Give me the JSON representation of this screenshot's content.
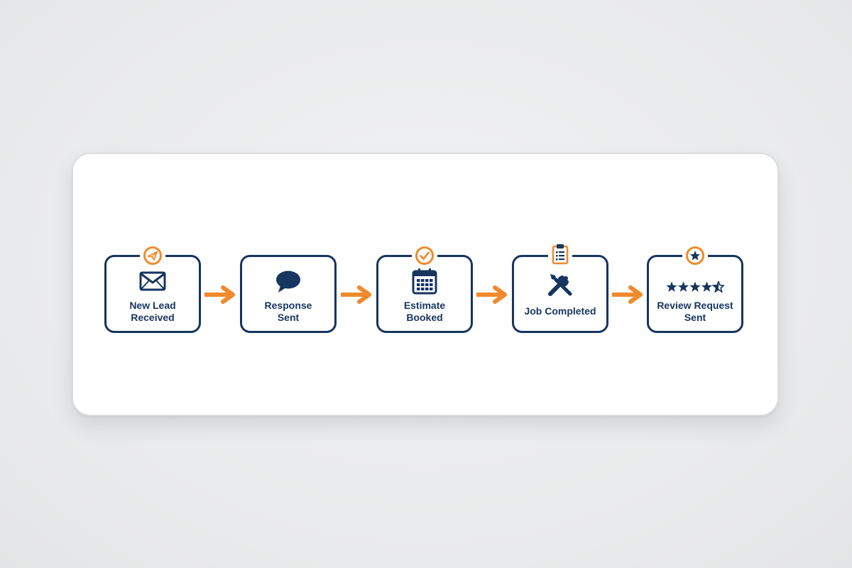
{
  "colors": {
    "navy": "#16355f",
    "orange": "#f08a2c",
    "card_bg": "#ffffff",
    "page_bg": "#ecedee"
  },
  "steps": [
    {
      "label": "New Lead\nReceived",
      "icon": "envelope-icon",
      "badge": "paper-plane-icon"
    },
    {
      "label": "Response\nSent",
      "icon": "speech-bubble-icon",
      "badge": ""
    },
    {
      "label": "Estimate\nBooked",
      "icon": "calendar-icon",
      "badge": "checkmark-icon"
    },
    {
      "label": "Job Completed",
      "icon": "wrench-screwdriver-icon",
      "badge": "clipboard-icon"
    },
    {
      "label": "Review Request\nSent",
      "icon": "star-rating-icon",
      "badge": "star-icon"
    }
  ],
  "connectors": [
    "arrow-icon",
    "arrow-icon",
    "arrow-icon",
    "arrow-icon"
  ]
}
